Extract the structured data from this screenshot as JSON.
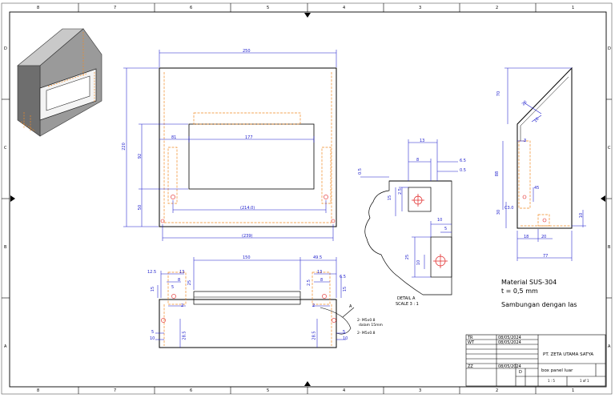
{
  "zones": {
    "cols": [
      "8",
      "7",
      "6",
      "5",
      "4",
      "3",
      "2",
      "1"
    ],
    "rows": [
      "D",
      "C",
      "B",
      "A"
    ]
  },
  "notes": {
    "material": "Material SUS-304",
    "thickness": "t = 0,5 mm",
    "joint": "Sambungan dengan las",
    "detail_title": "DETAIL  A",
    "detail_scale": "SCALE 3 : 1",
    "detail_letter": "A",
    "hole_note1_a": "2- M5x0.8",
    "hole_note1_b": "dalam 15mm",
    "hole_note2": "2- M5x0.8"
  },
  "front_dims": {
    "w250": "250",
    "w177": "177",
    "w81": "81",
    "w2140": "(214.0)",
    "w239": "(239)",
    "h220": "220",
    "h92": "92",
    "h50": "50"
  },
  "bottom_dims": {
    "w150": "150",
    "w495": "49.5",
    "d125": "12.5",
    "d13a": "13",
    "d8a": "8",
    "d5a": "5",
    "d15a": "15",
    "d25a": "25",
    "d2t": "2",
    "d5l": "5",
    "d10l": "10",
    "d28a": "28.5",
    "d13b": "13",
    "d65": "6.5",
    "d15b": "15",
    "d8b": "8",
    "d25b": "2.5",
    "d2tb": "2",
    "d5r": "5",
    "d10r": "10",
    "d28b": "28.5"
  },
  "detail_dims": {
    "d13": "13",
    "d8": "8",
    "d65": "6.5",
    "d05": "0.5",
    "d05b": "0.5",
    "d25": "2.5",
    "d15": "15",
    "d10": "10",
    "d5": "5",
    "d25b": "25",
    "d10b": "10"
  },
  "side_dims": {
    "d70": "70",
    "d20": "20",
    "d10a": "10",
    "d3": "3",
    "d88": "88",
    "d45": "45",
    "d30": "30",
    "c30": "C3.0",
    "d18": "18",
    "d20b": "20",
    "d77": "77",
    "d10b": "10"
  },
  "title_block": {
    "company": "PT. ZETA UTAMA SATYA",
    "drawing_name": "box panel luar",
    "size": "D",
    "date1": "08/05/2024",
    "date2": "08/05/2024",
    "date3": "08/05/2024",
    "init1": "TR",
    "init2": "WT",
    "init3": "ZZ",
    "scale": "1 : 5",
    "sheet": "1 of 1"
  },
  "colors": {
    "dim": "#1c1ccc",
    "hidden": "#f08a24",
    "outline": "#000000",
    "center": "#e02020"
  }
}
